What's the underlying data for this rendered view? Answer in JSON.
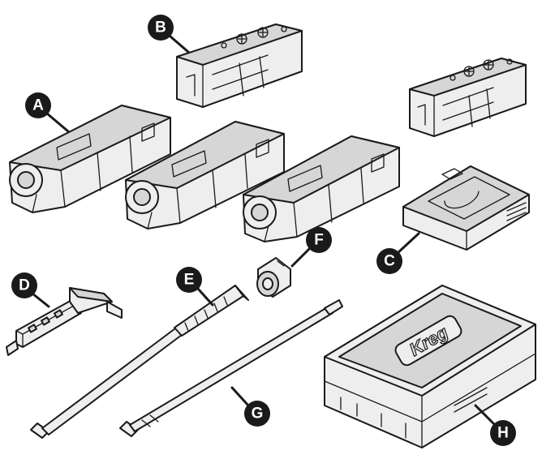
{
  "callouts": {
    "a": "A",
    "b": "B",
    "c": "C",
    "d": "D",
    "e": "E",
    "f": "F",
    "g": "G",
    "h": "H"
  },
  "case": {
    "logo": "Kreg"
  },
  "colors": {
    "outline": "#1a1a1a",
    "part_fill": "#eeeeee",
    "shade_fill": "#d6d6d6",
    "callout_fill": "#1a1a1a",
    "callout_text": "#ffffff"
  }
}
